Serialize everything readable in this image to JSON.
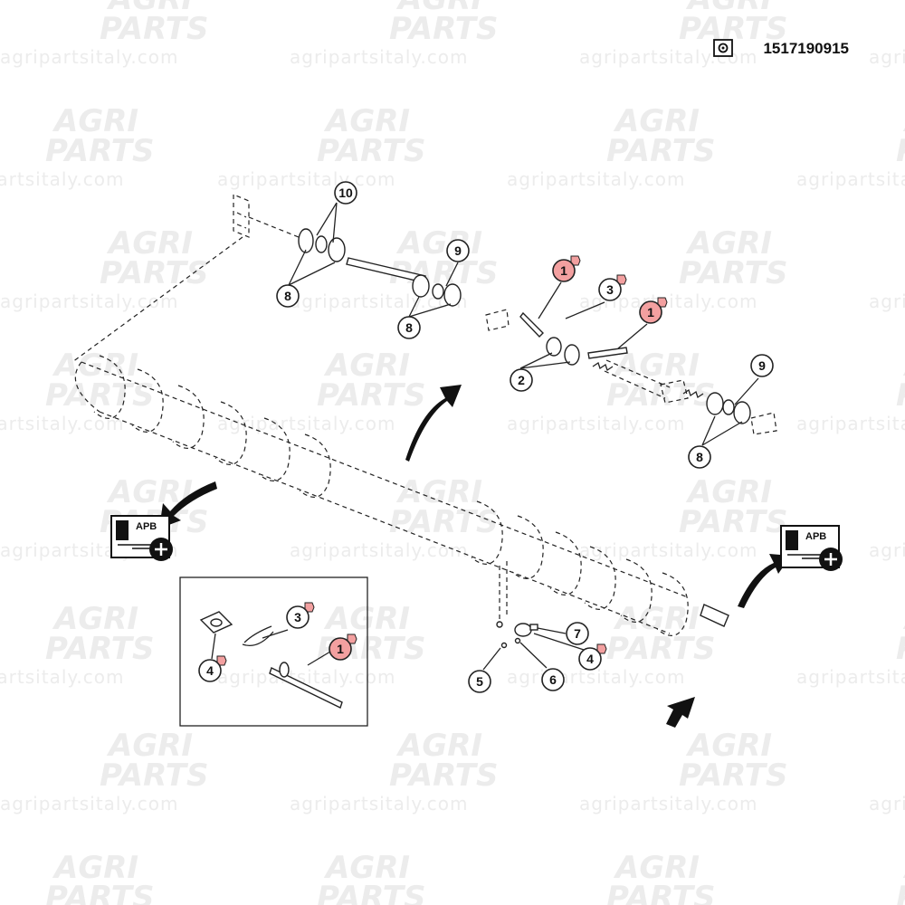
{
  "header": {
    "part_number": "1517190915"
  },
  "watermark": {
    "logo_line1": "AGRI",
    "logo_line2": "PARTS",
    "url": "agripartsitaly.com"
  },
  "labels": {
    "l1a": "1",
    "l1b": "1",
    "l1c": "1",
    "l2": "2",
    "l3a": "3",
    "l3b": "3",
    "l4a": "4",
    "l4b": "4",
    "l5": "5",
    "l6": "6",
    "l7": "7",
    "l8a": "8",
    "l8b": "8",
    "l8c": "8",
    "l9a": "9",
    "l9b": "9",
    "l10": "10"
  },
  "apb": {
    "left": "APB",
    "right": "APB"
  },
  "colors": {
    "highlight": "#f3a0a0",
    "line": "#222222",
    "watermark": "#ececec"
  }
}
